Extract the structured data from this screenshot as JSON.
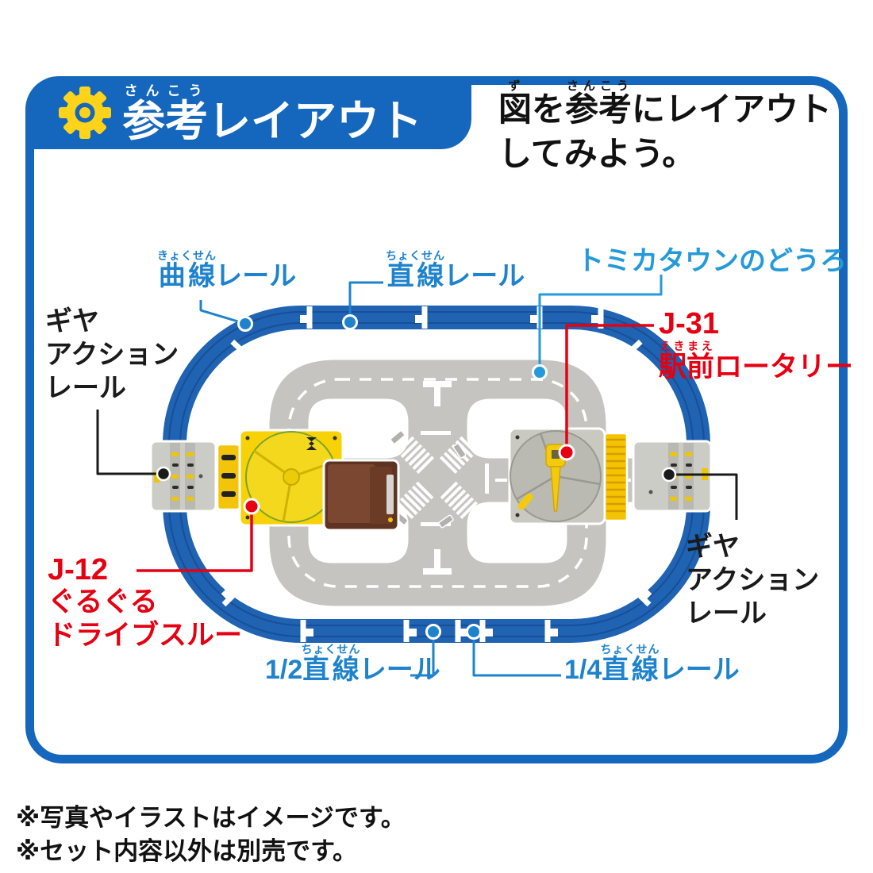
{
  "colors": {
    "frame_blue": "#1467bd",
    "track_blue": "#1f63b2",
    "rail_label_blue": "#1e83cc",
    "road_label_blue": "#259ad8",
    "accent_red": "#e60012",
    "road_gray": "#c5c4c1",
    "device_yellow": "#f7d206",
    "text_black": "#1a1a1a"
  },
  "header": {
    "badge": {
      "furigana": "さんこう",
      "base": "参考",
      "rest": "レイアウト"
    },
    "instruction": {
      "f1_base": "図",
      "f1_ruby": "ず",
      "s1": "を",
      "f2_base": "参考",
      "f2_ruby": "さんこう",
      "s2": "にレイアウト",
      "line2": "してみよう。"
    }
  },
  "labels": {
    "curve_rail": {
      "furigana": "きょくせん",
      "base": "曲線",
      "rest": "レール"
    },
    "straight_rail": {
      "furigana": "ちょくせん",
      "base": "直線",
      "rest": "レール"
    },
    "tomica_road": {
      "text": "トミカタウンのどうろ"
    },
    "j31": {
      "code": "J-31",
      "furigana": "えきまえ",
      "base": "駅前",
      "rest": "ロータリー"
    },
    "gear_action_left": {
      "line1": "ギヤ",
      "line2": "アクション",
      "line3": "レール"
    },
    "gear_action_right": {
      "line1": "ギヤ",
      "line2": "アクション",
      "line3": "レール"
    },
    "j12": {
      "code": "J-12",
      "line2": "ぐるぐる",
      "line3": "ドライブスルー"
    },
    "half_straight": {
      "prefix": "1/2",
      "furigana": "ちょくせん",
      "base": "直線",
      "rest": "レール"
    },
    "quarter_straight": {
      "prefix": "1/4",
      "furigana": "ちょくせん",
      "base": "直線",
      "rest": "レール"
    }
  },
  "footnotes": {
    "line1": "※写真やイラストはイメージです。",
    "line2": "※セット内容以外は別売です。"
  }
}
